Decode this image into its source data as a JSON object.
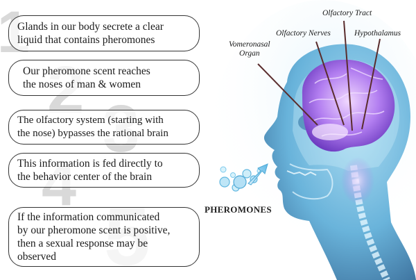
{
  "steps": [
    {
      "number": "1",
      "lines": [
        "Glands in our body secrete a clear",
        "liquid that contains pheromones"
      ]
    },
    {
      "number": "2",
      "lines": [
        "Our pheromone scent reaches",
        "the noses of man & women"
      ]
    },
    {
      "number": "3",
      "lines": [
        "The olfactory system (starting with",
        "the nose) bypasses the rational brain"
      ]
    },
    {
      "number": "4",
      "lines": [
        "This information is fed directly to",
        "the behavior center of the brain"
      ]
    },
    {
      "number": "5",
      "lines": [
        "If the information communicated",
        "by our pheromone scent is positive,",
        "then a sexual response may be",
        "observed"
      ]
    }
  ],
  "labels": {
    "olfactory_tract": "Olfactory Tract",
    "olfactory_nerves": "Olfactory Nerves",
    "hypothalamus": "Hypothalamus",
    "vomeronasal_line1": "Vomeronasal",
    "vomeronasal_line2": "Organ"
  },
  "pheromones_label": "PHEROMONES",
  "colors": {
    "box_border": "#333333",
    "big_number": "#d9d9d9",
    "brain": "#8a5cd6",
    "skull": "#b9e4f5",
    "bubbles": "#7cc9ec"
  }
}
